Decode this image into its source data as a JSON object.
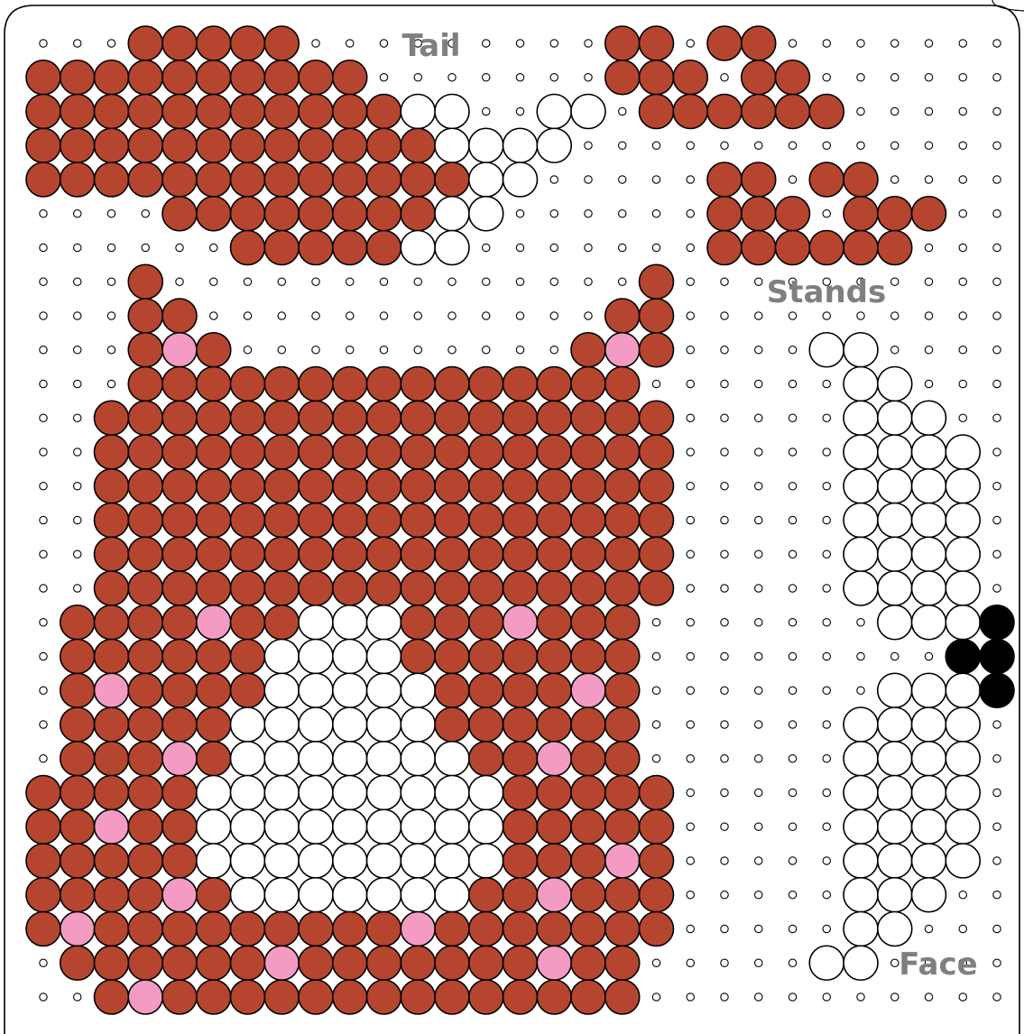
{
  "labels": {
    "tail": "Tail",
    "stands": "Stands",
    "face": "Face"
  },
  "colors": {
    "brown": "#B5452E",
    "pink": "#F39BC2",
    "white": "#FFFFFF",
    "black": "#000000",
    "label": "#7F7F7F",
    "outline": "#000000"
  },
  "legend_codes": {
    "B": "brown",
    "P": "pink",
    "W": "white",
    "K": "black",
    ".": "empty-peg"
  },
  "pattern": [
    "...BBBBB.........BB.BB...",
    "BBBBBBBBBB.......BBB.BB..",
    "BBBBBBBBBBBWW..WW.BBBBBB..",
    "BBBBBBBBBBBBWWWW.........",
    "BBBBBBBBBBBBBWW.....BB.BB..",
    "....BBBBBBBBWW......BBB.BBB..",
    "......BBBBBWW.......BBBBBB..",
    "...B..............B........",
    "...BB............BB........",
    "...BPB..........BPB....WW...",
    "...BBBBBBBBBBBBBBB......WW...",
    "..BBBBBBBBBBBBBBBBB.....WWW..",
    "..BBBBBBBBBBBBBBBBB.....WWWW.",
    "..BBBBBBBBBBBBBBBBB.....WWWW.",
    "..BBBBBBBBBBBBBBBBB.....WWWW.",
    "..BBBBBBBBBBBBBBBBB.....WWWW.",
    "..BBBBBBBBBBBBBBBBB.....WWWW.",
    ".BBBBPBBWWWBBBPBBB.......WWWK",
    ".BBBBBBWWWWBBBBBBB.........KK",
    ".BPBBBBWWWWWBBBBPB.......WWWK",
    ".BBBBBWWWWWWBBBBBB......WWWW.",
    ".BBBPBWWWWWWWBBPBB......WWWW.",
    "BBBBBWWWWWWWWWBBBBB.....WWWW.",
    "BBPBBWWWWWWWWWBBBBB.....WWWW.",
    "BBBBBWWWWWWWWWBBBPB.....WWWW.",
    "BBBBPBWWWWWWWBBPBBB.....WWW..",
    "BPBBBBBBBBBPBBBBBBB.....WW...",
    ".BBBBBBPBBBBBBBPBB.....WW....",
    "..BPBBBBBBBBBBBBBB..........."
  ]
}
